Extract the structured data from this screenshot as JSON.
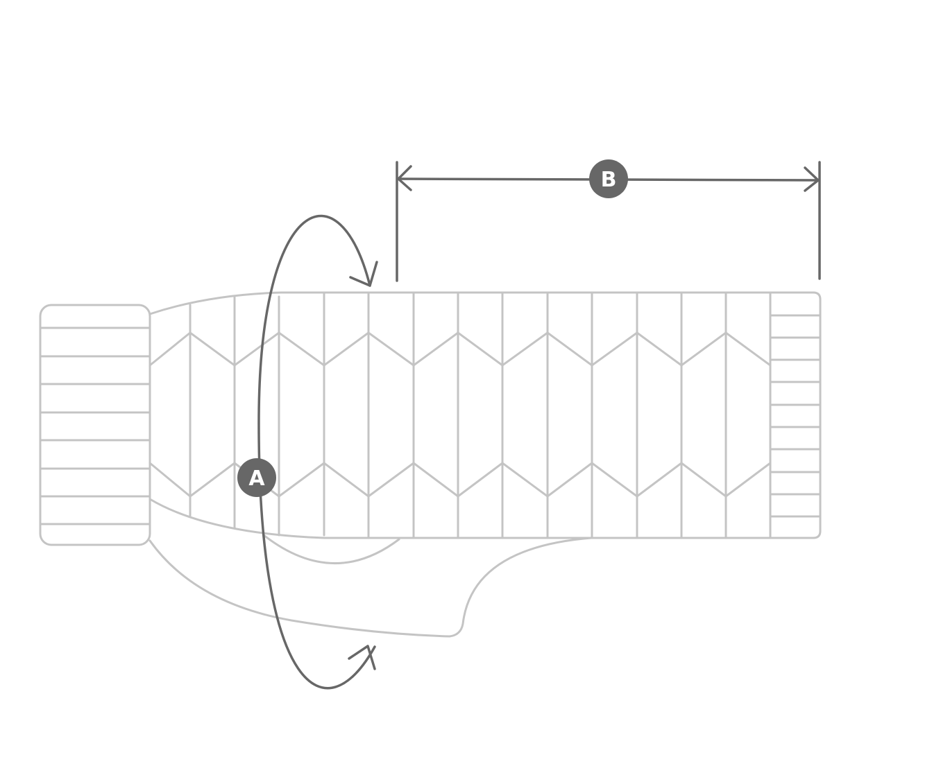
{
  "diagram": {
    "subject": "dog-sweater",
    "colors": {
      "garment_outline": "#c4c4c4",
      "measurement_line": "#676767",
      "badge_fill": "#676767",
      "badge_text": "#ffffff"
    },
    "markers": [
      {
        "id": "a",
        "label": "A",
        "meaning": "circumference"
      },
      {
        "id": "b",
        "label": "B",
        "meaning": "length"
      }
    ]
  }
}
